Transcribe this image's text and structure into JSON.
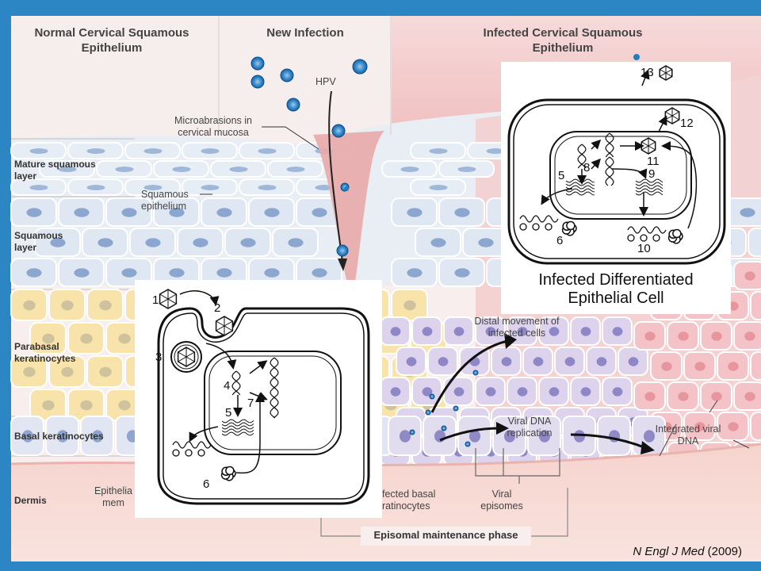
{
  "headers": {
    "normal": "Normal Cervical Squamous Epithelium",
    "new_infection": "New Infection",
    "infected": "Infected Cervical Squamous Epithelium"
  },
  "layers": {
    "mature": "Mature squamous layer",
    "squamous": "Squamous layer",
    "parabasal": "Parabasal keratinocytes",
    "basal": "Basal keratinocytes",
    "dermis": "Dermis"
  },
  "annotations": {
    "hpv": "HPV",
    "microabrasions": "Microabrasions in cervical mucosa",
    "squamous_epithelium": "Squamous epithelium",
    "epithelial_membrane_partial": "Epithelia mem",
    "distal_movement": "Distal movement of infected cells",
    "viral_dna_replication": "Viral DNA replication",
    "integrated_viral_dna": "Integrated viral DNA",
    "infected_basal_partial": "fected basal ratinocytes",
    "viral_episomes": "Viral episomes",
    "episomal_phase": "Episomal maintenance phase"
  },
  "panel_entry": {
    "numbers": [
      "1",
      "2",
      "3",
      "4",
      "5",
      "6",
      "7"
    ]
  },
  "panel_diff": {
    "caption_line1": "Infected Differentiated",
    "caption_line2": "Epithelial Cell",
    "numbers": [
      "5",
      "6",
      "8",
      "9",
      "10",
      "11",
      "12",
      "13"
    ]
  },
  "citation": {
    "journal": "N Engl J Med",
    "year": "(2009)"
  },
  "colors": {
    "background_blue": "#2d86c4",
    "tissue_pink": "#f3c9c6",
    "cell_blue": "#c5d9ec",
    "cell_yellow": "#f7dd9c",
    "cell_violet": "#d9cfea",
    "virus_blue": "#1e7fc0"
  }
}
